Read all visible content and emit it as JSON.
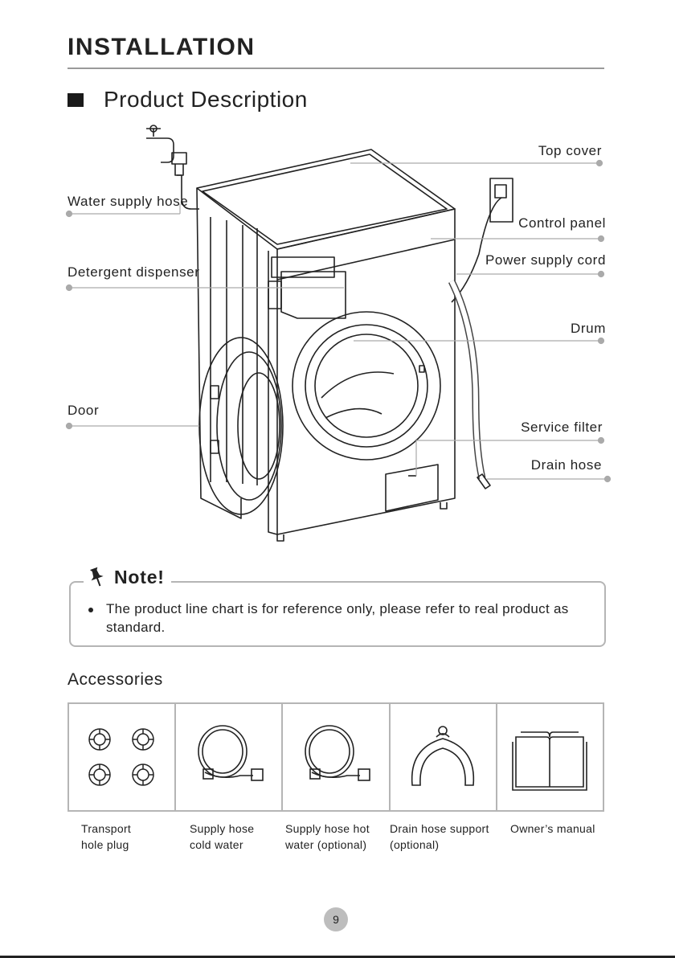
{
  "header": {
    "title": "INSTALLATION",
    "section_title": "Product Description"
  },
  "diagram": {
    "callouts": {
      "top_cover": "Top cover",
      "water_supply_hose": "Water supply hose",
      "control_panel": "Control panel",
      "power_supply_cord": "Power supply cord",
      "detergent_dispenser": "Detergent dispenser",
      "drum": "Drum",
      "door": "Door",
      "service_filter": "Service filter",
      "drain_hose": "Drain hose"
    }
  },
  "note": {
    "title": "Note!",
    "text": "The product line chart is for reference only, please refer to real product as standard."
  },
  "accessories": {
    "title": "Accessories",
    "items": [
      {
        "label": "Transport\nhole plug",
        "icon": "hole-plug-icon"
      },
      {
        "label": "Supply hose\ncold water",
        "icon": "supply-hose-icon"
      },
      {
        "label": "Supply hose hot\nwater (optional)",
        "icon": "supply-hose-icon"
      },
      {
        "label": "Drain hose support\n(optional)",
        "icon": "drain-hose-support-icon"
      },
      {
        "label": "Owner’s manual",
        "icon": "manual-icon"
      }
    ]
  },
  "page_number": "9"
}
